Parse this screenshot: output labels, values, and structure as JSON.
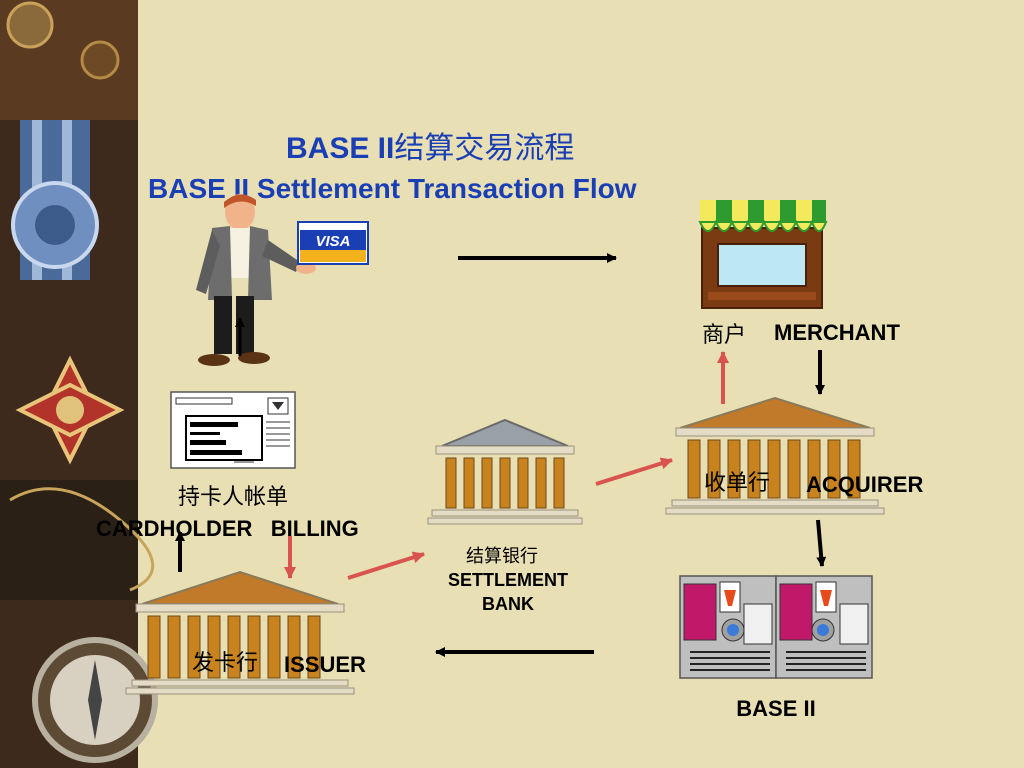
{
  "title": {
    "line1_en": "BASE II",
    "line1_cn": "结算交易流程",
    "line2": "BASE II Settlement Transaction Flow"
  },
  "card_logo": "VISA",
  "nodes": {
    "merchant": {
      "cn": "商户",
      "en": "MERCHANT"
    },
    "acquirer": {
      "cn": "收单行",
      "en": "ACQUIRER"
    },
    "base2": {
      "en": "BASE II"
    },
    "settlement": {
      "cn": "结算银行",
      "en1": "SETTLEMENT",
      "en2": "BANK"
    },
    "issuer": {
      "cn": "发卡行",
      "en": "ISSUER"
    },
    "billing": {
      "cn": "持卡人帐单",
      "en": "CARDHOLDER   BILLING"
    }
  },
  "colors": {
    "title": "#1a3fb5",
    "background": "#e9dfb4",
    "arrow_black": "#000000",
    "arrow_red": "#d9534f",
    "awning_green": "#2e9b2e",
    "awning_yellow": "#f2ea5a",
    "roof": "#c07a2a",
    "column": "#c8821e"
  },
  "icons": [
    "person-icon",
    "visa-card-icon",
    "storefront-icon",
    "bank-building-icon",
    "statement-document-icon",
    "base2-mainframe-icon"
  ]
}
